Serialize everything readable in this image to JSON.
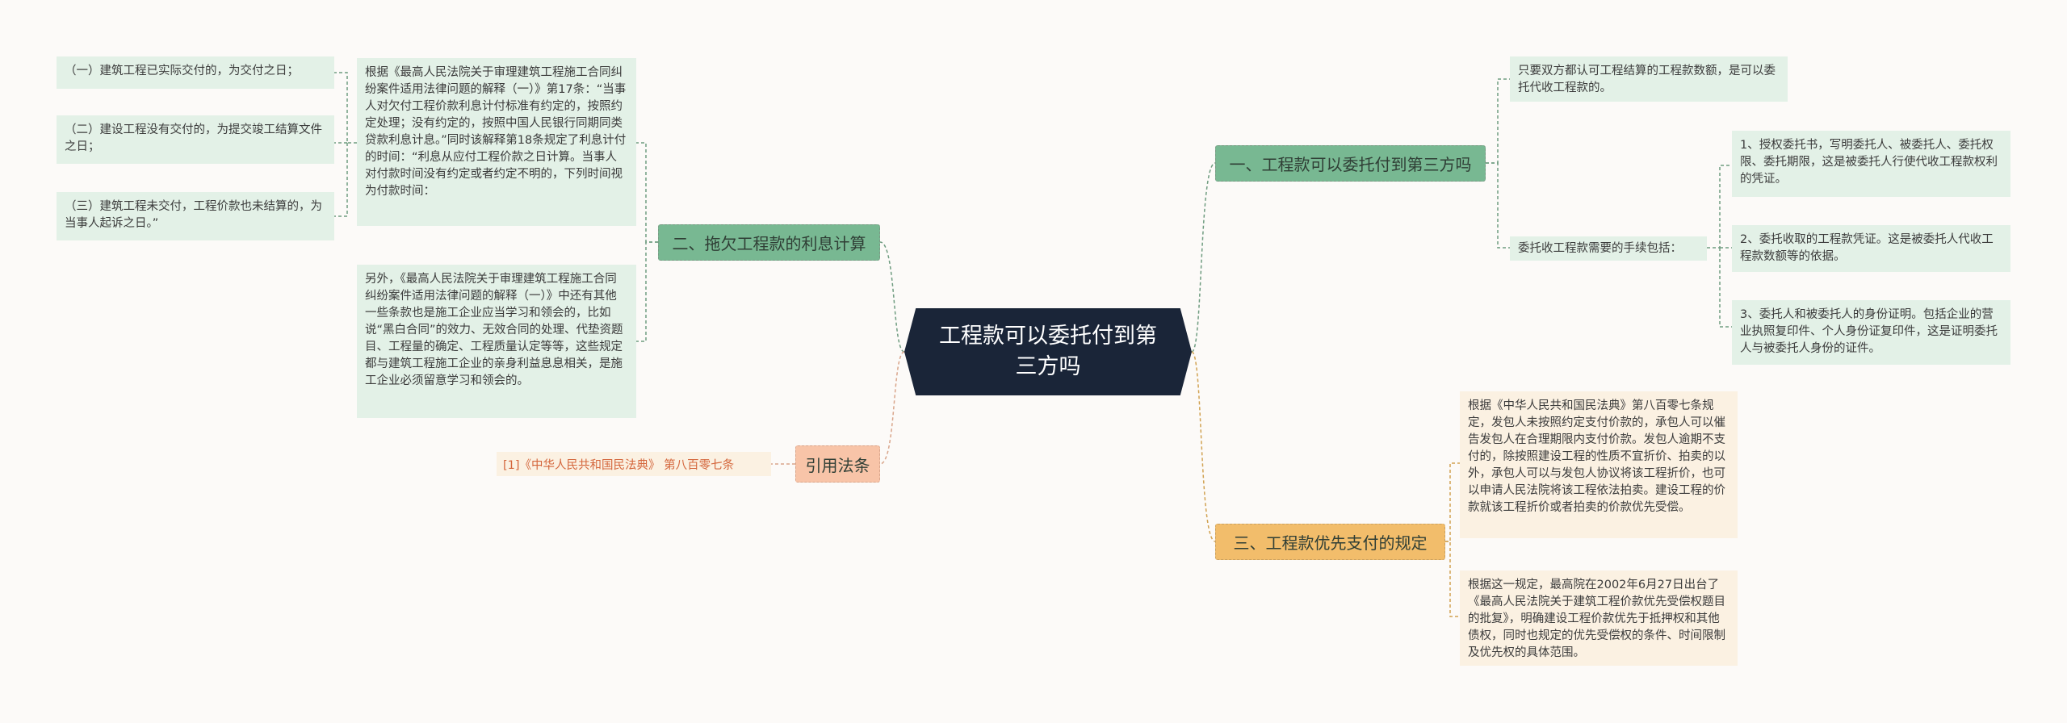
{
  "root": {
    "label": "工程款可以委托付到第三方吗"
  },
  "branches": [
    {
      "label": "一、工程款可以委托付到第三方吗"
    },
    {
      "label": "二、拖欠工程款的利息计算"
    },
    {
      "label": "三、工程款优先支付的规定"
    },
    {
      "label": "引用法条"
    }
  ],
  "branch1": {
    "leaf_a": "只要双方都认可工程结算的工程款数额，是可以委托代收工程款的。",
    "leaf_b": "委托收工程款需要的手续包括：",
    "items": [
      "1、授权委托书，写明委托人、被委托人、委托权限、委托期限，这是被委托人行使代收工程款权利的凭证。",
      "2、委托收取的工程款凭证。这是被委托人代收工程款数额等的依据。",
      "3、委托人和被委托人的身份证明。包括企业的营业执照复印件、个人身份证复印件，这是证明委托人与被委托人身份的证件。"
    ]
  },
  "branch2": {
    "leaf_a": "根据《最高人民法院关于审理建筑工程施工合同纠纷案件适用法律问题的解释（一）》第17条：“当事人对欠付工程价款利息计付标准有约定的，按照约定处理；没有约定的，按照中国人民银行同期同类贷款利息计息。”同时该解释第18条规定了利息计付的时间：“利息从应付工程价款之日计算。当事人对付款时间没有约定或者约定不明的，下列时间视为付款时间：",
    "leaf_b": "另外，《最高人民法院关于审理建筑工程施工合同纠纷案件适用法律问题的解释（一）》中还有其他一些条款也是施工企业应当学习和领会的，比如说“黑白合同”的效力、无效合同的处理、代垫资题目、工程量的确定、工程质量认定等等，这些规定都与建筑工程施工企业的亲身利益息息相关，是施工企业必须留意学习和领会的。",
    "items": [
      "（一）建筑工程已实际交付的，为交付之日；",
      "（二）建设工程没有交付的，为提交竣工结算文件之日；",
      "（三）建筑工程未交付，工程价款也未结算的，为当事人起诉之日。”"
    ]
  },
  "branch3": {
    "leaf_a": "根据《中华人民共和国民法典》第八百零七条规定，发包人未按照约定支付价款的，承包人可以催告发包人在合理期限内支付价款。发包人逾期不支付的，除按照建设工程的性质不宜折价、拍卖的以外，承包人可以与发包人协议将该工程折价，也可以申请人民法院将该工程依法拍卖。建设工程的价款就该工程折价或者拍卖的价款优先受偿。",
    "leaf_b": "根据这一规定，最高院在2002年6月27日出台了《最高人民法院关于建筑工程价款优先受偿权题目的批复》，明确建设工程价款优先于抵押权和其他债权，同时也规定的优先受偿权的条件、时间限制及优先权的具体范围。"
  },
  "branch4": {
    "ref": "[1]《中华人民共和国民法典》 第八百零七条"
  },
  "colors": {
    "root": "#1a2538",
    "green": "#78b892",
    "orange": "#f2bd6b",
    "peach": "#f8c4a8",
    "leaf_green": "#e3f1e7",
    "leaf_cream": "#fbf1e2",
    "reference_text": "#d4663c"
  }
}
